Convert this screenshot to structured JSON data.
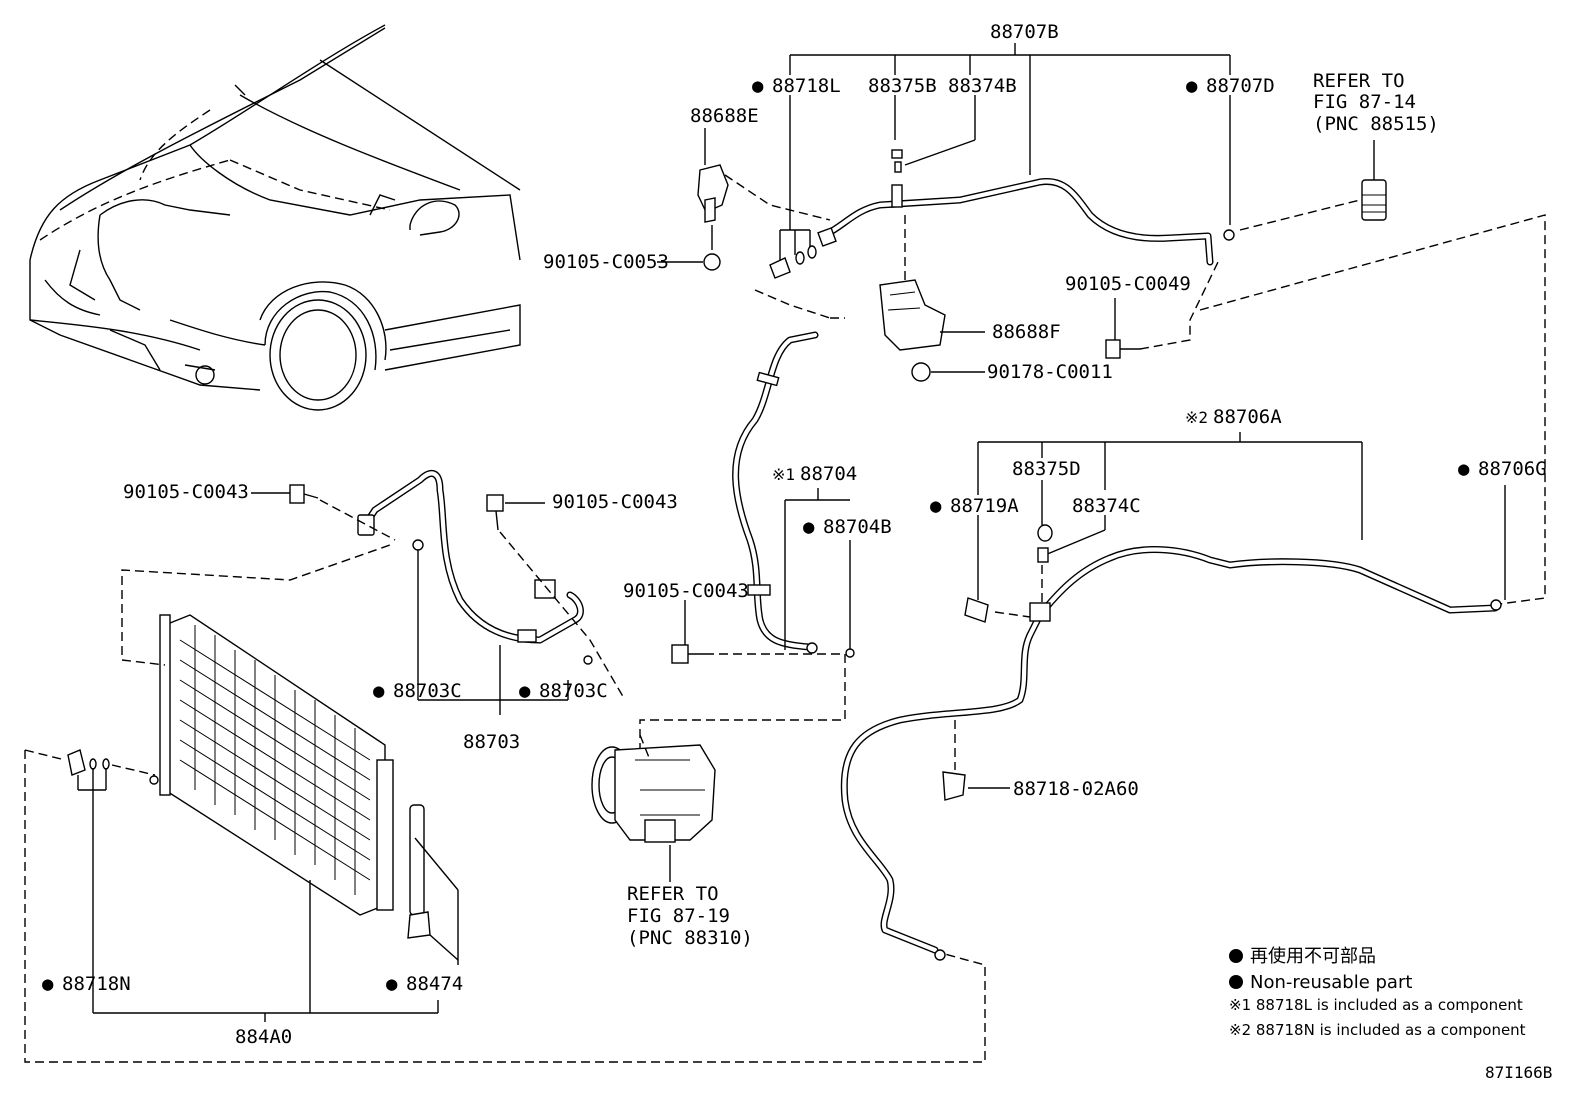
{
  "diagram_id": "87I166B",
  "labels": {
    "p88707B": "88707B",
    "p88718L": "88718L",
    "p88375B": "88375B",
    "p88374B": "88374B",
    "p88707D": "88707D",
    "refer1_line1": "REFER TO",
    "refer1_line2": "FIG 87-14",
    "refer1_line3": "(PNC 88515)",
    "p88688E": "88688E",
    "p90105_C0053": "90105-C0053",
    "p88688F": "88688F",
    "p90105_C0049": "90105-C0049",
    "p90178_C0011": "90178-C0011",
    "p88706A": "88706A",
    "p88375D": "88375D",
    "p88706G": "88706G",
    "p88719A": "88719A",
    "p88374C": "88374C",
    "p88704": "88704",
    "p88704B": "88704B",
    "p90105_C0043_a": "90105-C0043",
    "p90105_C0043_b": "90105-C0043",
    "p90105_C0043_c": "90105-C0043",
    "p88703C_a": "88703C",
    "p88703C_b": "88703C",
    "p88703": "88703",
    "p88718_02A60": "88718-02A60",
    "refer2_line1": "REFER TO",
    "refer2_line2": "FIG 87-19",
    "refer2_line3": "(PNC 88310)",
    "p88718N": "88718N",
    "p88474": "88474",
    "p884A0": "884A0"
  },
  "markers": {
    "ref1": "※1",
    "ref2": "※2",
    "bullet": "●"
  },
  "legend": {
    "jp": "再使用不可部品",
    "en": "Non-reusable part",
    "note1": "※1 88718L is included as a component",
    "note2": "※2 88718N is included as a component"
  }
}
